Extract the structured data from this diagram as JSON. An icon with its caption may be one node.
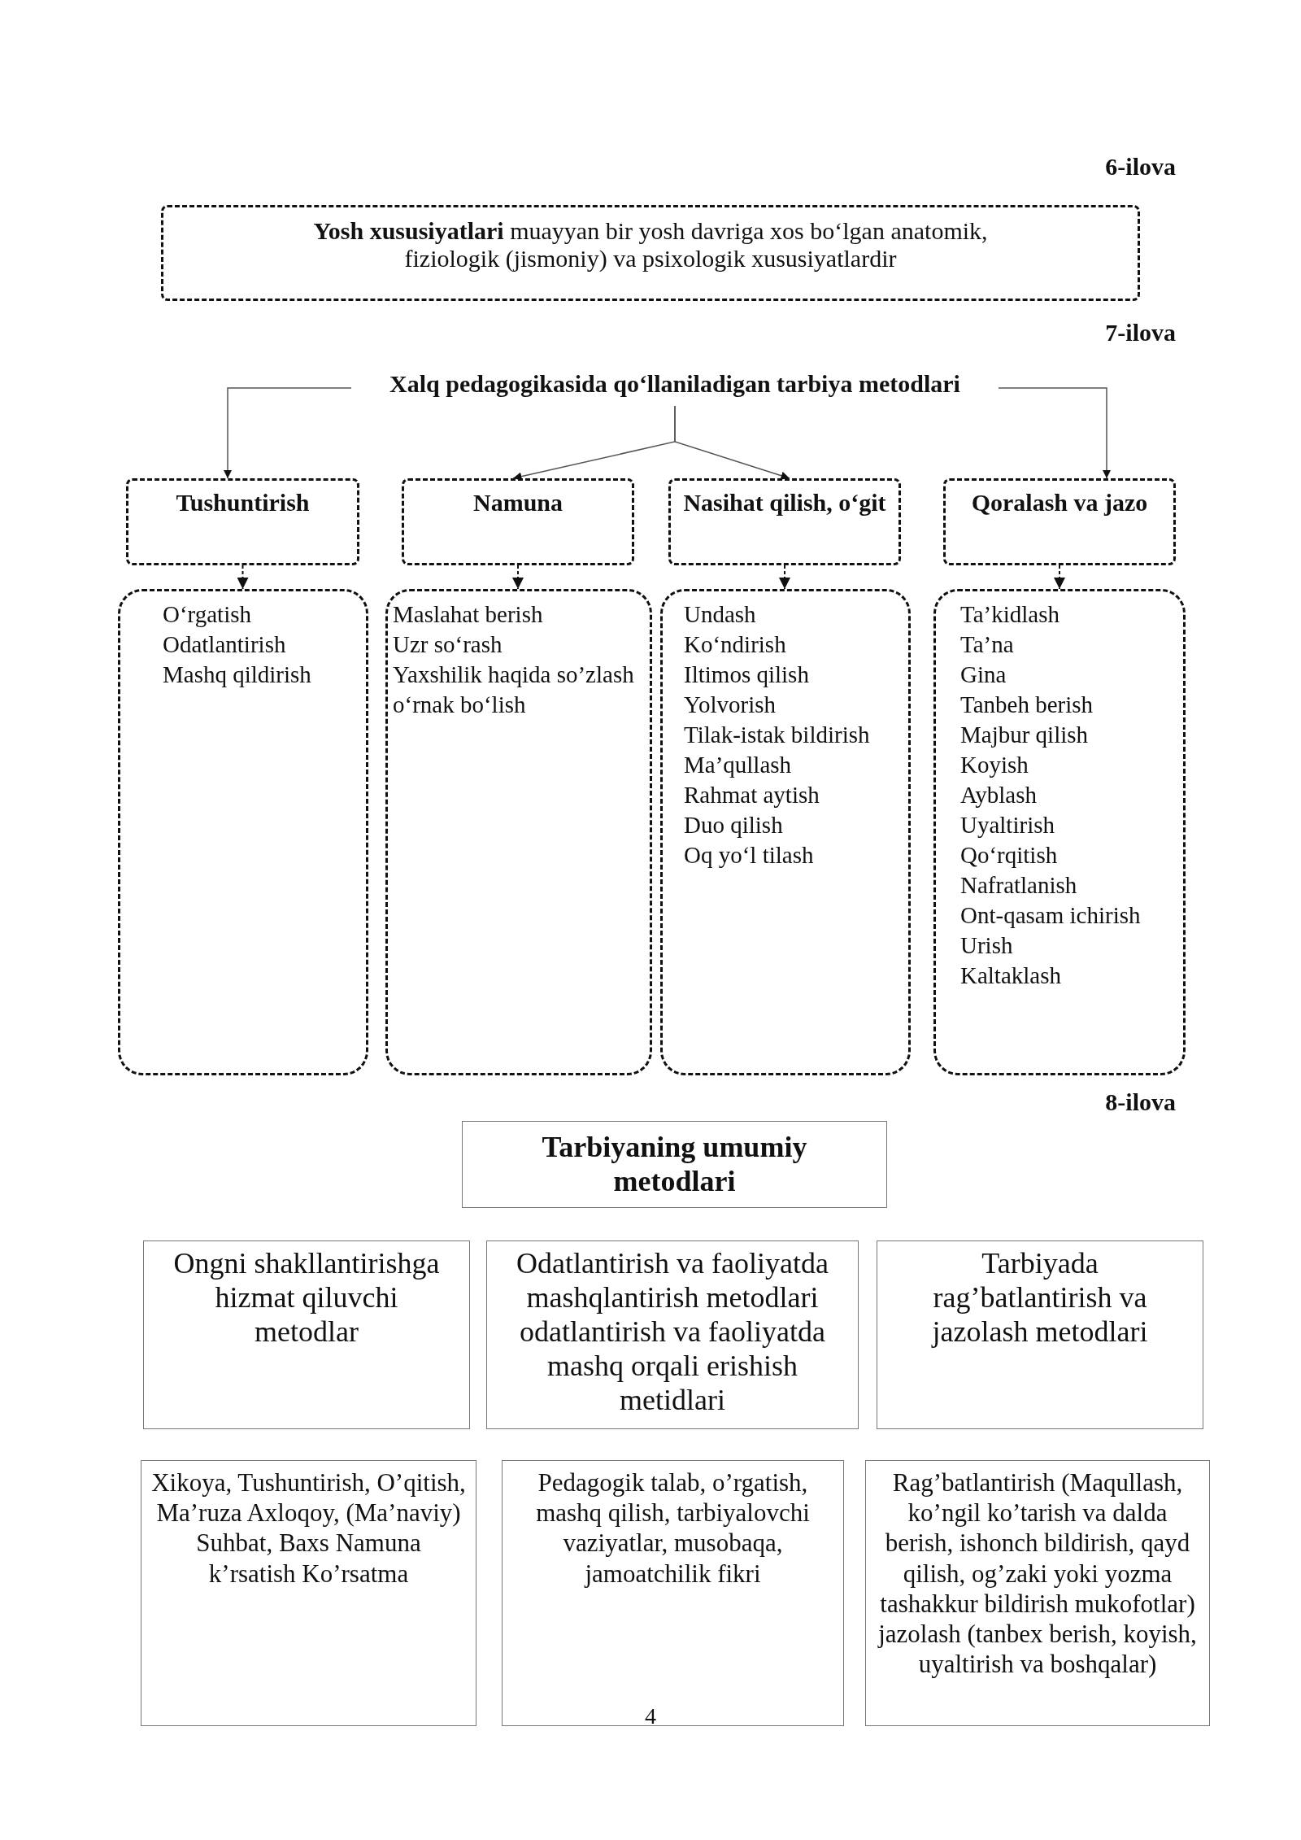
{
  "diagram": {
    "nodes": [
      {
        "text": [
          "**Yosh xususiyatlari** muayyan bir yosh davriga xos bo‘lgan anatomik, fiziologik (jismoniy) va psixologik xususiyatlardir"
        ]
      },
      {
        "text": [
          "Xalq pedagogikasida qo‘llaniladigan tarbiya metodlari"
        ]
      },
      {
        "text": [
          "Tushuntirish"
        ]
      },
      {
        "text": [
          "Namuna"
        ]
      },
      {
        "text": [
          "Nasihat qilish, o‘git"
        ]
      },
      {
        "text": [
          "Qoralash va jazo"
        ]
      },
      {
        "text": [
          "O‘rgatish",
          "Odatlantirish",
          "Mashq qildirish"
        ]
      },
      {
        "text": [
          "Maslahat berish",
          "Uzr so‘rash",
          "Yaxshilik haqida so’zlash",
          "o‘rnak bo‘lish"
        ]
      },
      {
        "text": [
          "Undash",
          "Ko‘ndirish",
          "Iltimos qilish",
          "Yolvorish",
          "Tilak-istak bildirish",
          "Ma’qullash",
          "Rahmat aytish",
          "Duo qilish",
          "Oq yo‘l tilash"
        ]
      },
      {
        "text": [
          "Ta’kidlash",
          "Ta’na",
          "Gina",
          "Tanbeh berish",
          "Majbur qilish",
          "Koyish",
          "Ayblash",
          "Uyaltirish",
          "Qo‘rqitish",
          "Nafratlanish",
          "Ont-qasam ichirish",
          "Urish",
          "Kaltaklash"
        ]
      },
      {
        "text": [
          "Tarbiyaning umumiy metodlari"
        ]
      },
      {
        "text": [
          "Ongni shakllantirishga hizmat qiluvchi metodlar"
        ]
      },
      {
        "text": [
          "Odatlantirish va faoliyatda mashqlantirish metodlari odatlantirish va faoliyatda mashq orqali erishish metidlari"
        ]
      },
      {
        "text": [
          "Tarbiyada rag’batlantirish va jazolash metodlari"
        ]
      },
      {
        "text": [
          "Xikoya, Tushuntirish, O’qitish, Ma’ruza Axloqoy, (Ma’naviy) Suhbat, Baxs Namuna k’rsatish Ko’rsatma"
        ]
      },
      {
        "text": [
          "Pedagogik talab, o’rgatish, mashq qilish, tarbiyalovchi vaziyatlar, musobaqa, jamoatchilik fikri"
        ]
      },
      {
        "text": [
          "Rag’batlantirish (Maqullash, ko’ngil ko’tarish va dalda berish, ishonch bildirish, qayd qilish, og’zaki yoki yozma tashakkur bildirish mukofotlar) jazolash (tanbex berish, koyish, uyaltirish va boshqalar)"
        ]
      }
    ],
    "edges": [
      {
        "from": 1,
        "to": 2,
        "arrow": "to"
      },
      {
        "from": 1,
        "to": 3,
        "arrow": "to"
      },
      {
        "from": 1,
        "to": 4,
        "arrow": "to"
      },
      {
        "from": 1,
        "to": 5,
        "arrow": "to"
      },
      {
        "from": 2,
        "to": 6,
        "arrow": "to",
        "style": "dashed"
      },
      {
        "from": 3,
        "to": 7,
        "arrow": "to",
        "style": "dashed"
      },
      {
        "from": 4,
        "to": 8,
        "arrow": "to",
        "style": "dashed"
      },
      {
        "from": 5,
        "to": 9,
        "arrow": "to",
        "style": "dashed"
      }
    ],
    "labels": [
      "6-ilova",
      "7-ilova",
      "8-ilova",
      "4"
    ]
  }
}
